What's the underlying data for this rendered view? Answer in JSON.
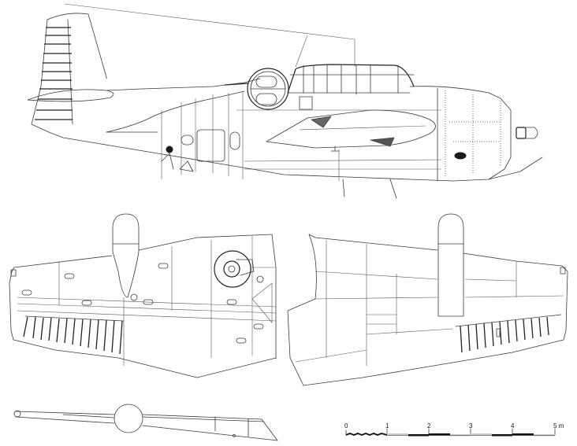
{
  "figure": {
    "subject": "aircraft three-view line drawing",
    "views": [
      "side-view",
      "top-view-port-wing",
      "underside-view-wing",
      "front-view"
    ]
  },
  "scale_bar": {
    "labels": [
      "0",
      "1",
      "2",
      "3",
      "4",
      "5 m"
    ],
    "unit": "m",
    "max": 5
  }
}
